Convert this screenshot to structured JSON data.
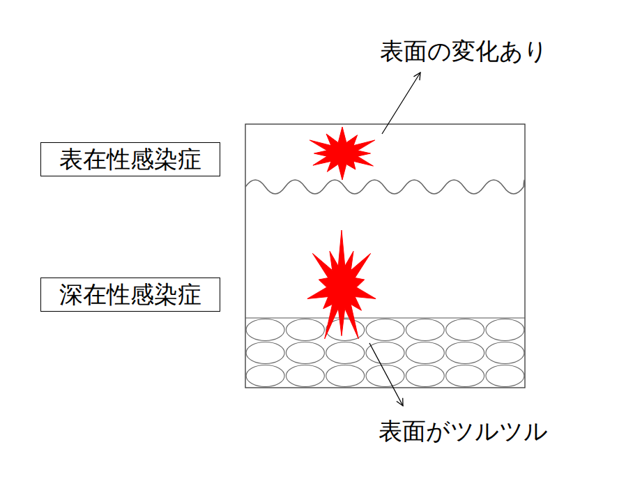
{
  "diagram": {
    "nodes": [
      {
        "text": [
          "表在性感染症"
        ]
      },
      {
        "text": [
          "深在性感染症"
        ]
      }
    ],
    "labels": [
      "表面の変化あり",
      "表面がツルツル"
    ]
  }
}
